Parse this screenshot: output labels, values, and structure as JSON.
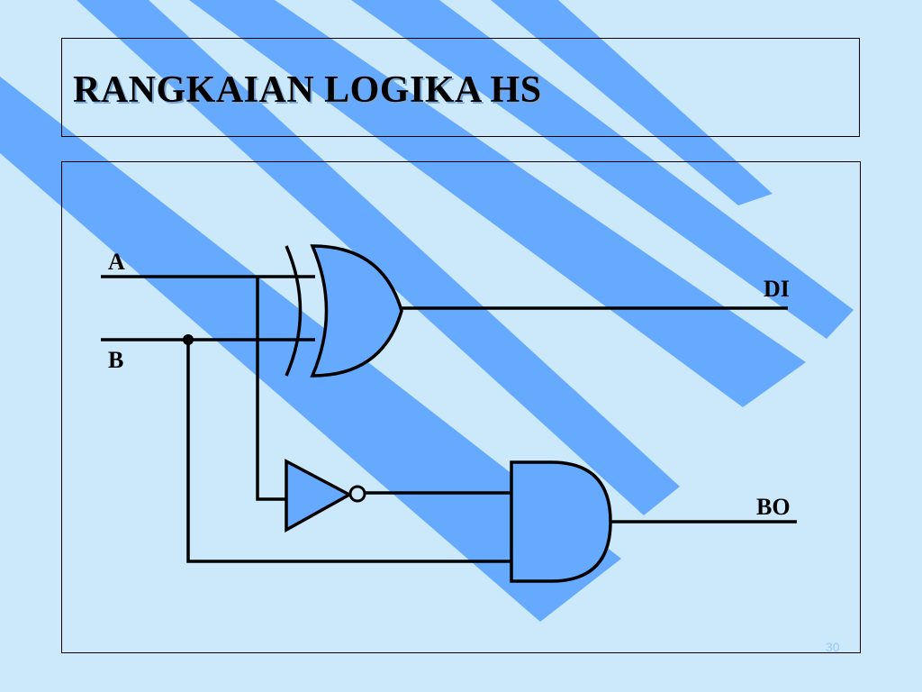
{
  "slide": {
    "title": "RANGKAIAN LOGIKA HS",
    "slide_number": "30"
  },
  "circuit": {
    "inputs": [
      "A",
      "B"
    ],
    "outputs": [
      "DI",
      "BO"
    ],
    "gates": [
      "xor-gate",
      "not-gate",
      "and-gate"
    ]
  },
  "colors": {
    "background": "#cce8fb",
    "stripe": "#66aaff",
    "gate_fill": "#66aaff",
    "line": "#000000"
  }
}
